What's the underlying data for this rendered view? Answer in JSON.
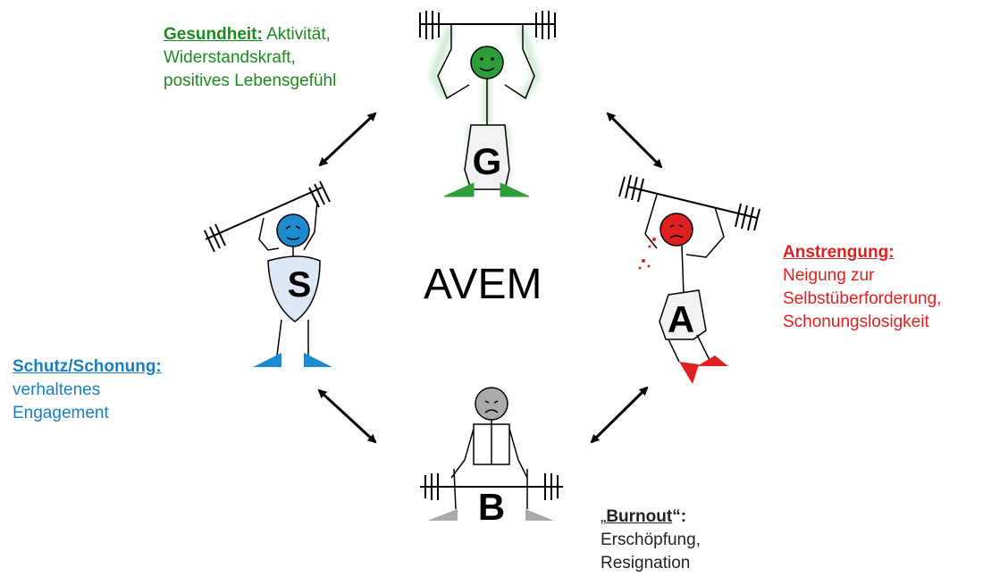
{
  "center_title": "AVEM",
  "figures": {
    "g": {
      "letter": "G",
      "color": "#2e9e3a"
    },
    "s": {
      "letter": "S",
      "color": "#1e8ad0"
    },
    "a": {
      "letter": "A",
      "color": "#e02020"
    },
    "b": {
      "letter": "B",
      "color": "#999999"
    }
  },
  "labels": {
    "g": {
      "head": "Gesundheit:",
      "line1": " Aktivität,",
      "line2": "Widerstandskraft,",
      "line3": "positives Lebensgefühl"
    },
    "s": {
      "head": "Schutz/Schonung:",
      "line2": "verhaltenes",
      "line3": "Engagement"
    },
    "a": {
      "head": "Anstrengung:",
      "line2": "Neigung zur",
      "line3": "Selbstüberforderung,",
      "line4": "Schonungslosigkeit"
    },
    "b": {
      "prefix": "„",
      "head": "Burnout",
      "suffix": "“:",
      "line2": "Erschöpfung,",
      "line3": "Resignation"
    }
  }
}
